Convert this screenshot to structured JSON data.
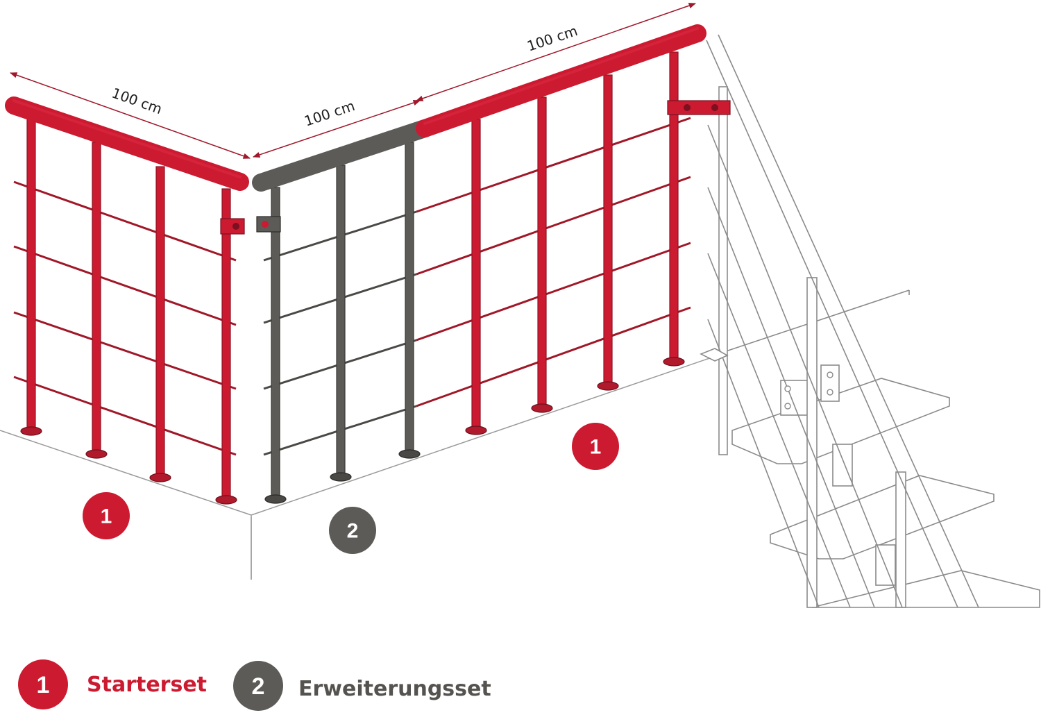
{
  "dimensions": {
    "left_section": "100 cm",
    "middle_section": "100 cm",
    "right_section": "100 cm"
  },
  "badges": {
    "left_starter": "1",
    "right_starter": "1",
    "extension": "2"
  },
  "legend": {
    "starter": {
      "number": "1",
      "label": "Starterset"
    },
    "extension": {
      "number": "2",
      "label": "Erweiterungsset"
    }
  },
  "colors": {
    "starter": "#cc1a30",
    "extension": "#5c5b58",
    "dimension_arrow": "#a0182a",
    "stair_line": "#8a8a8a",
    "legend_extension_text": "#55534f"
  }
}
